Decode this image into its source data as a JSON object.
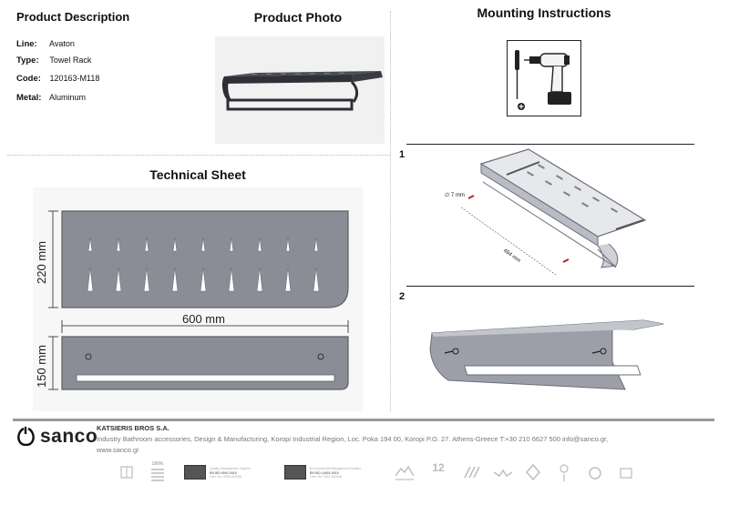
{
  "product_description": {
    "heading": "Product Description",
    "specs": [
      {
        "key": "Line:",
        "value": "Avaton"
      },
      {
        "key": "Type:",
        "value": "Towel Rack"
      },
      {
        "key": "Code:",
        "value": "120163-M118"
      },
      {
        "key": "Metal:",
        "value": "Aluminum"
      }
    ]
  },
  "product_photo": {
    "heading": "Product Photo"
  },
  "mounting": {
    "heading": "Mounting Instructions",
    "steps": [
      "1",
      "2"
    ],
    "hole_label": "∅ 7 mm",
    "distance_label": "494 mm"
  },
  "technical_sheet": {
    "heading": "Technical Sheet",
    "height_top": "220 mm",
    "width": "600 mm",
    "height_front": "150 mm"
  },
  "footer": {
    "logo": "sanco",
    "company": "KATSIERIS BROS S.A.",
    "info_line1": "Industry Bathroom accessories, Design & Manufacturing, Koropi Industrial Region, Loc. Poka 194 00, Koropi P.O. 27. Athens-Greece   T:+30 210 6627 500 info@sanco.gr,",
    "info_line2": "www.sanco.gr",
    "cert_iso9001_title": "Quality Management System",
    "cert_iso9001_code": "EN ISO 9001:2015",
    "cert_iso9001_no": "Cert. No: 9096-A/2068",
    "cert_iso14001_title": "Environmental Management System",
    "cert_iso14001_code": "EN ISO 14001:2015",
    "cert_iso14001_no": "Cert. No: 9911-A/2068",
    "badge_100": "100%",
    "badge_12": "12"
  },
  "colors": {
    "metal": "#8a8d96",
    "metal_dark": "#5c5f68",
    "footer_bar": "#9a9a9a"
  }
}
